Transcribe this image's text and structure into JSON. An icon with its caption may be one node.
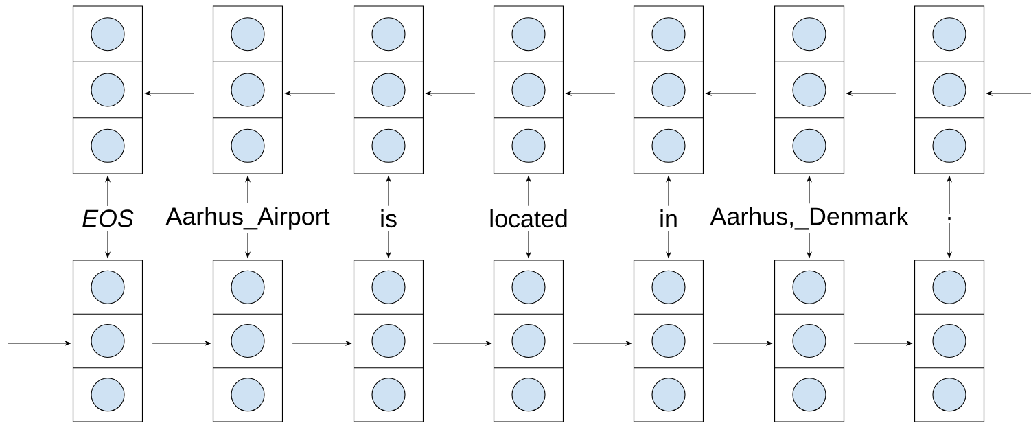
{
  "diagram": {
    "nodes": [
      {
        "text": [],
        "shape": "box"
      },
      {
        "text": [],
        "shape": "box"
      },
      {
        "text": [],
        "shape": "box"
      },
      {
        "text": [],
        "shape": "box"
      },
      {
        "text": [],
        "shape": "box"
      },
      {
        "text": [],
        "shape": "box"
      },
      {
        "text": [],
        "shape": "box"
      },
      {
        "text": [
          "EOS"
        ]
      },
      {
        "text": [
          "Aarhus_Airport"
        ]
      },
      {
        "text": [
          "is"
        ]
      },
      {
        "text": [
          "located"
        ]
      },
      {
        "text": [
          "in"
        ]
      },
      {
        "text": [
          "Aarhus,_Denmark"
        ]
      },
      {
        "text": [
          "."
        ]
      },
      {
        "text": [],
        "shape": "box"
      },
      {
        "text": [],
        "shape": "box"
      },
      {
        "text": [],
        "shape": "box"
      },
      {
        "text": [],
        "shape": "box"
      },
      {
        "text": [],
        "shape": "box"
      },
      {
        "text": [],
        "shape": "box"
      },
      {
        "text": [],
        "shape": "box"
      }
    ],
    "edges": [
      {
        "from": null,
        "to": 6,
        "arrow": "to"
      },
      {
        "from": 6,
        "to": 5,
        "arrow": "to"
      },
      {
        "from": 5,
        "to": 4,
        "arrow": "to"
      },
      {
        "from": 4,
        "to": 3,
        "arrow": "to"
      },
      {
        "from": 3,
        "to": 2,
        "arrow": "to"
      },
      {
        "from": 2,
        "to": 1,
        "arrow": "to"
      },
      {
        "from": 1,
        "to": 0,
        "arrow": "to"
      },
      {
        "from": 7,
        "to": 0,
        "arrow": "to"
      },
      {
        "from": 8,
        "to": 1,
        "arrow": "to"
      },
      {
        "from": 9,
        "to": 2,
        "arrow": "to"
      },
      {
        "from": 10,
        "to": 3,
        "arrow": "to"
      },
      {
        "from": 11,
        "to": 4,
        "arrow": "to"
      },
      {
        "from": 12,
        "to": 5,
        "arrow": "to"
      },
      {
        "from": 13,
        "to": 6,
        "arrow": "to"
      },
      {
        "from": 7,
        "to": 14,
        "arrow": "to"
      },
      {
        "from": 8,
        "to": 15,
        "arrow": "to"
      },
      {
        "from": 9,
        "to": 16,
        "arrow": "to"
      },
      {
        "from": 10,
        "to": 17,
        "arrow": "to"
      },
      {
        "from": 11,
        "to": 18,
        "arrow": "to"
      },
      {
        "from": 12,
        "to": 19,
        "arrow": "to"
      },
      {
        "from": 13,
        "to": 20,
        "arrow": "to"
      },
      {
        "from": null,
        "to": 14,
        "arrow": "to"
      },
      {
        "from": 14,
        "to": 15,
        "arrow": "to"
      },
      {
        "from": 15,
        "to": 16,
        "arrow": "to"
      },
      {
        "from": 16,
        "to": 17,
        "arrow": "to"
      },
      {
        "from": 17,
        "to": 18,
        "arrow": "to"
      },
      {
        "from": 18,
        "to": 19,
        "arrow": "to"
      },
      {
        "from": 19,
        "to": 20,
        "arrow": "to"
      }
    ]
  }
}
